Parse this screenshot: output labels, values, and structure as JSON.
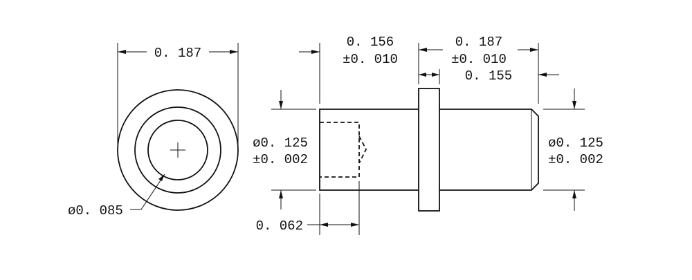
{
  "dimensions": {
    "end_view_width": "0. 187",
    "bore_diameter": "ø0. 085",
    "left_body_length": "0. 156",
    "left_body_tol": "±0. 010",
    "right_body_length": "0. 187",
    "right_body_tol": "±0. 010",
    "flange_dim": "0. 155",
    "left_diameter": "ø0. 125",
    "left_diameter_tol": "±0. 002",
    "right_diameter": "ø0. 125",
    "right_diameter_tol": "±0. 002",
    "bore_depth": "0. 062"
  }
}
